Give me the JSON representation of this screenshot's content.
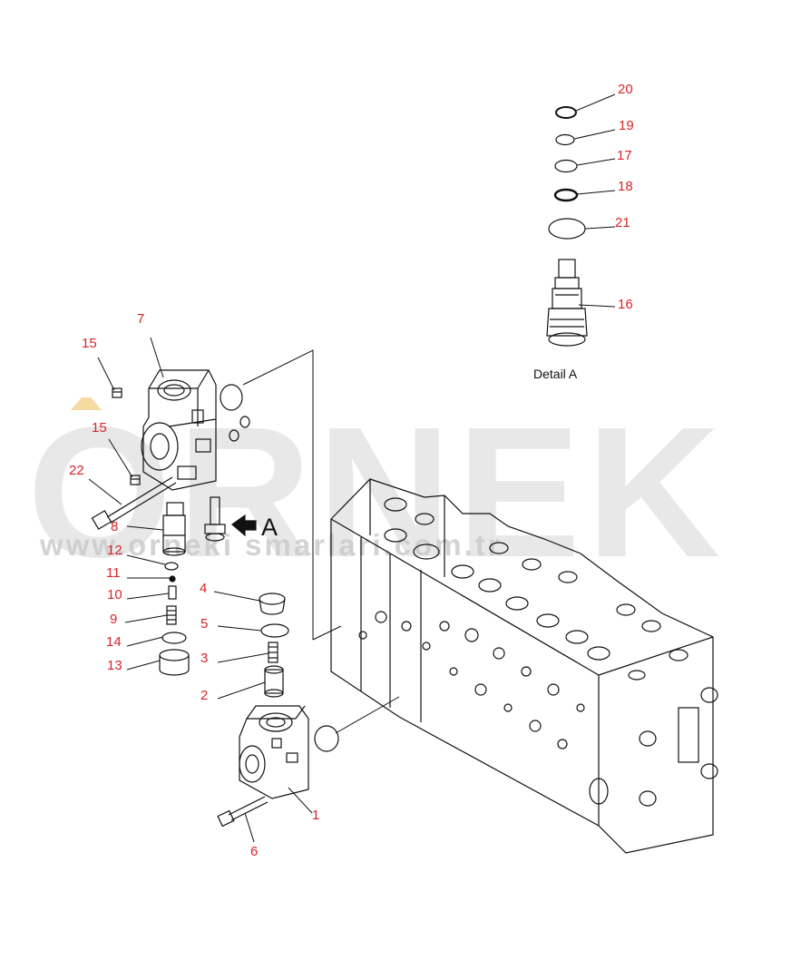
{
  "watermark": {
    "brand": "ORNEK",
    "site": "www.orneki smarlari.com.tr"
  },
  "detail_caption": "Detail A",
  "view_marker": "A",
  "callouts": [
    {
      "id": "20",
      "label": "20"
    },
    {
      "id": "19",
      "label": "19"
    },
    {
      "id": "17",
      "label": "17"
    },
    {
      "id": "18",
      "label": "18"
    },
    {
      "id": "21",
      "label": "21"
    },
    {
      "id": "16",
      "label": "16"
    },
    {
      "id": "7",
      "label": "7"
    },
    {
      "id": "15a",
      "label": "15"
    },
    {
      "id": "15b",
      "label": "15"
    },
    {
      "id": "22",
      "label": "22"
    },
    {
      "id": "8",
      "label": "8"
    },
    {
      "id": "12",
      "label": "12"
    },
    {
      "id": "11",
      "label": "11"
    },
    {
      "id": "10",
      "label": "10"
    },
    {
      "id": "9",
      "label": "9"
    },
    {
      "id": "14",
      "label": "14"
    },
    {
      "id": "13",
      "label": "13"
    },
    {
      "id": "4",
      "label": "4"
    },
    {
      "id": "5",
      "label": "5"
    },
    {
      "id": "3",
      "label": "3"
    },
    {
      "id": "2",
      "label": "2"
    },
    {
      "id": "1",
      "label": "1"
    },
    {
      "id": "6",
      "label": "6"
    }
  ],
  "colors": {
    "callout": "#d9252a",
    "line": "#111111",
    "watermark": "#d7d7d7",
    "accent": "#f2d28a"
  }
}
